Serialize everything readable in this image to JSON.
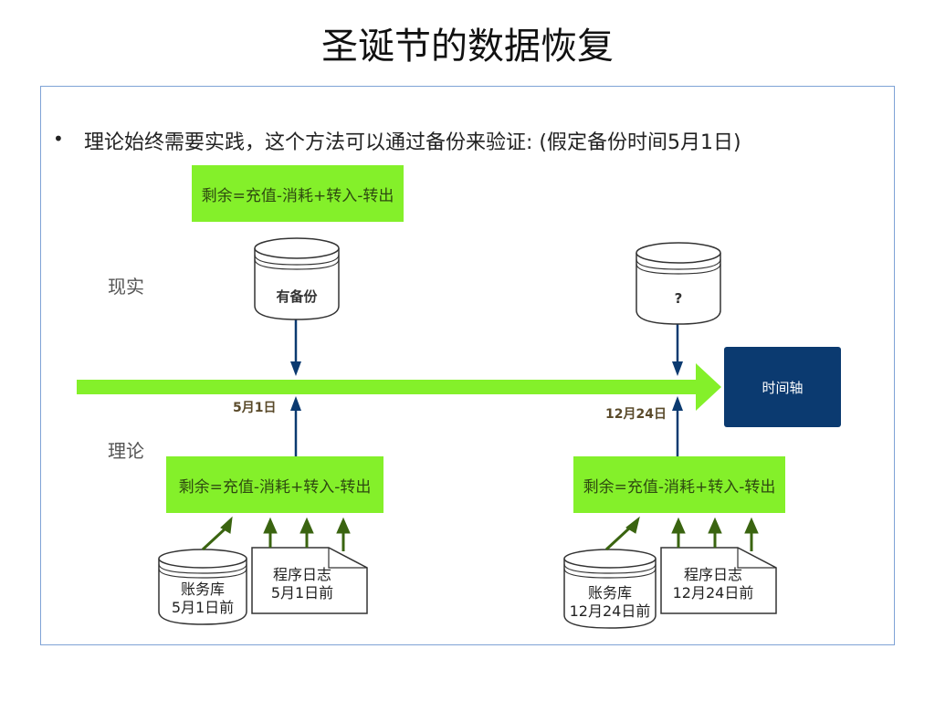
{
  "title": "圣诞节的数据恢复",
  "bullet": "理论始终需要实践，这个方法可以通过备份来验证: (假定备份时间5月1日)",
  "labels": {
    "reality": "现实",
    "theory": "理论"
  },
  "formula": "剩余=充值-消耗+转入-转出",
  "timeline": {
    "label": "时间轴",
    "date_1": "5月1日",
    "date_2": "12月24日"
  },
  "backup": {
    "left": "有备份",
    "right": "?"
  },
  "sources_left": {
    "db_line1": "账务库",
    "db_line2": "5月1日前",
    "log_line1": "程序日志",
    "log_line2": "5月1日前"
  },
  "sources_right": {
    "db_line1": "账务库",
    "db_line2": "12月24日前",
    "log_line1": "程序日志",
    "log_line2": "12月24日前"
  },
  "colors": {
    "green": "#84f02a",
    "navy": "#0b3a70",
    "arrow_green": "#3a6410",
    "arrow_navy": "#0b3a70",
    "frame": "#7fa3d6"
  }
}
